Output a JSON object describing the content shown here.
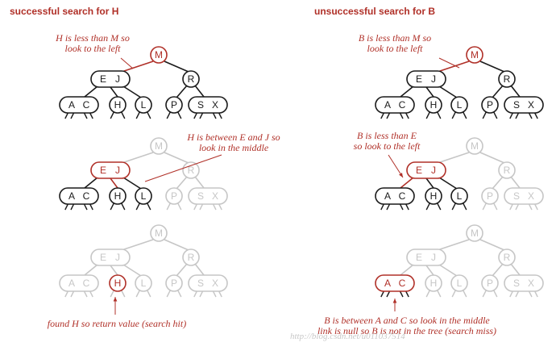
{
  "panels": {
    "left_title": "successful search for H",
    "right_title": "unsuccessful search for B"
  },
  "nodes": {
    "root": "M",
    "left_2node": [
      "E",
      "J"
    ],
    "right_child": "R",
    "leaf_ac": [
      "A",
      "C"
    ],
    "leaf_h": "H",
    "leaf_l": "L",
    "leaf_p": "P",
    "leaf_sx": [
      "S",
      "X"
    ]
  },
  "annotations": {
    "l_row1": [
      "H is less than M so",
      "look to the left"
    ],
    "l_row2": [
      "H is between E and J so",
      "look in the middle"
    ],
    "l_row3": [
      "found H so return value (search hit)"
    ],
    "r_row1": [
      "B is less than M so",
      "look to the left"
    ],
    "r_row2": [
      "B is less than E",
      "so look to the left"
    ],
    "r_row3": [
      "B is between A and C so look in the middle",
      "link is null so B is not in the tree (search miss)"
    ]
  },
  "watermark": "http://blog.csdn.net/u011037514",
  "colors": {
    "active": "#b03028",
    "normal": "#1a1a1a",
    "faded": "#c6c6c6"
  }
}
